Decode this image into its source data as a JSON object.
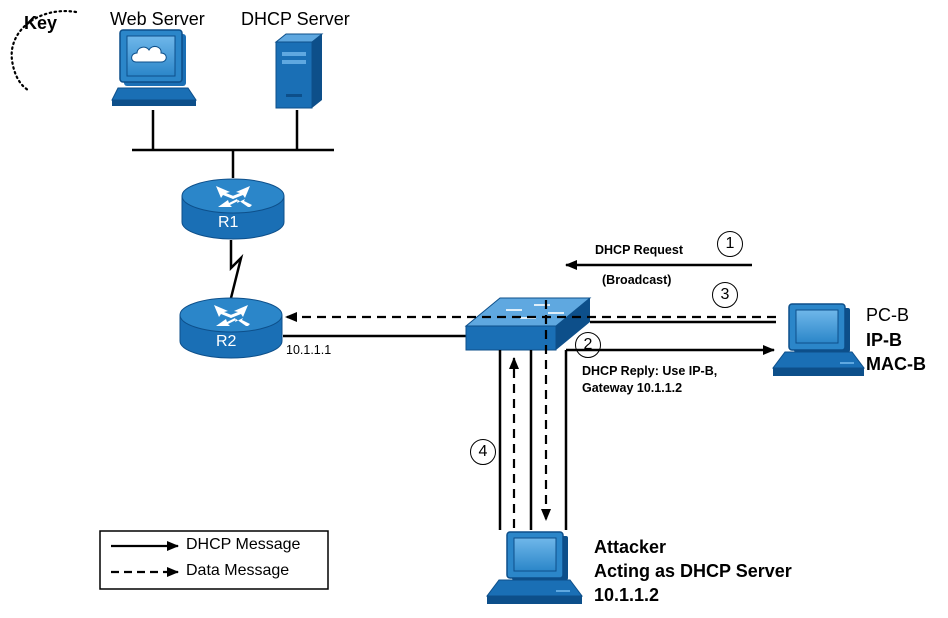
{
  "key": {
    "label": "Key"
  },
  "devices": {
    "web_server": "Web Server",
    "dhcp_server": "DHCP Server",
    "r1": "R1",
    "r2": "R2",
    "r2_ip": "10.1.1.1",
    "pc_b": {
      "name": "PC-B",
      "ip": "IP-B",
      "mac": "MAC-B"
    },
    "attacker": {
      "line1": "Attacker",
      "line2": "Acting as DHCP Server",
      "line3": "10.1.1.2"
    }
  },
  "steps": {
    "step1": {
      "number": "1",
      "label": "DHCP  Request",
      "sublabel": "(Broadcast)"
    },
    "step2": {
      "number": "2",
      "label_line1": "DHCP Reply: Use IP-B,",
      "label_line2": "Gateway 10.1.1.2"
    },
    "step3": {
      "number": "3"
    },
    "step4": {
      "number": "4"
    }
  },
  "legend": {
    "solid": "DHCP Message",
    "dashed": "Data Message"
  },
  "colors": {
    "device_blue": "#1a6fb5",
    "device_dark": "#0d4f8a",
    "device_light": "#5fa8e0"
  }
}
